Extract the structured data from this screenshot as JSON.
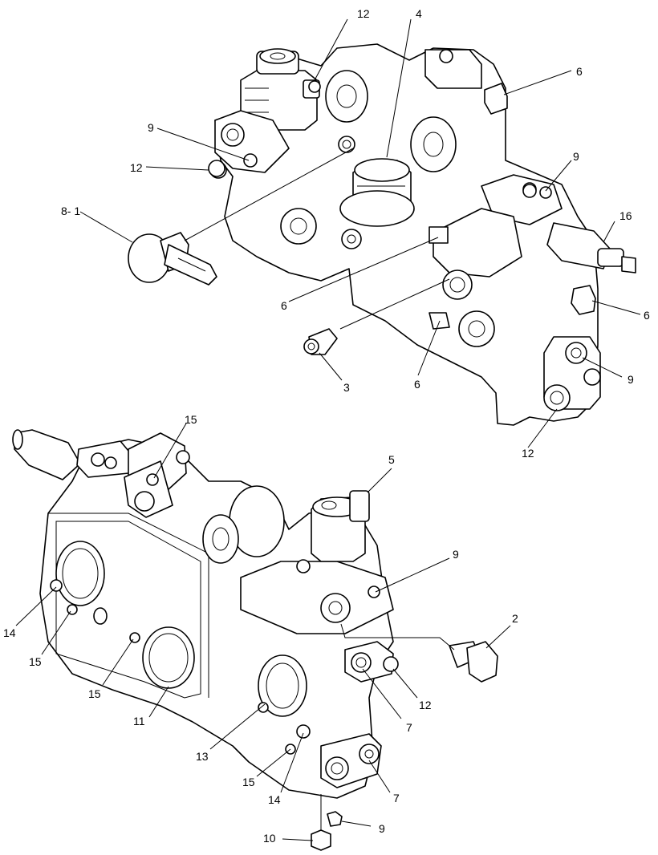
{
  "callouts": {
    "top": [
      {
        "id": "c-top-12a",
        "text": "12"
      },
      {
        "id": "c-top-4",
        "text": "4"
      },
      {
        "id": "c-top-6a",
        "text": "6"
      },
      {
        "id": "c-top-9a",
        "text": "9"
      },
      {
        "id": "c-top-12b",
        "text": "12"
      },
      {
        "id": "c-top-8-1",
        "text": "8- 1"
      },
      {
        "id": "c-top-9b",
        "text": "9"
      },
      {
        "id": "c-top-16",
        "text": "16"
      },
      {
        "id": "c-top-6b",
        "text": "6"
      },
      {
        "id": "c-top-6c",
        "text": "6"
      },
      {
        "id": "c-top-3",
        "text": "3"
      },
      {
        "id": "c-top-6d",
        "text": "6"
      },
      {
        "id": "c-top-9c",
        "text": "9"
      },
      {
        "id": "c-top-12c",
        "text": "12"
      }
    ],
    "bottom": [
      {
        "id": "c-bot-15a",
        "text": "15"
      },
      {
        "id": "c-bot-5",
        "text": "5"
      },
      {
        "id": "c-bot-9a",
        "text": "9"
      },
      {
        "id": "c-bot-2",
        "text": "2"
      },
      {
        "id": "c-bot-14a",
        "text": "14"
      },
      {
        "id": "c-bot-15b",
        "text": "15"
      },
      {
        "id": "c-bot-15c",
        "text": "15"
      },
      {
        "id": "c-bot-11",
        "text": "11"
      },
      {
        "id": "c-bot-12",
        "text": "12"
      },
      {
        "id": "c-bot-7a",
        "text": "7"
      },
      {
        "id": "c-bot-13",
        "text": "13"
      },
      {
        "id": "c-bot-15d",
        "text": "15"
      },
      {
        "id": "c-bot-14b",
        "text": "14"
      },
      {
        "id": "c-bot-7b",
        "text": "7"
      },
      {
        "id": "c-bot-9b",
        "text": "9"
      },
      {
        "id": "c-bot-10",
        "text": "10"
      }
    ]
  }
}
